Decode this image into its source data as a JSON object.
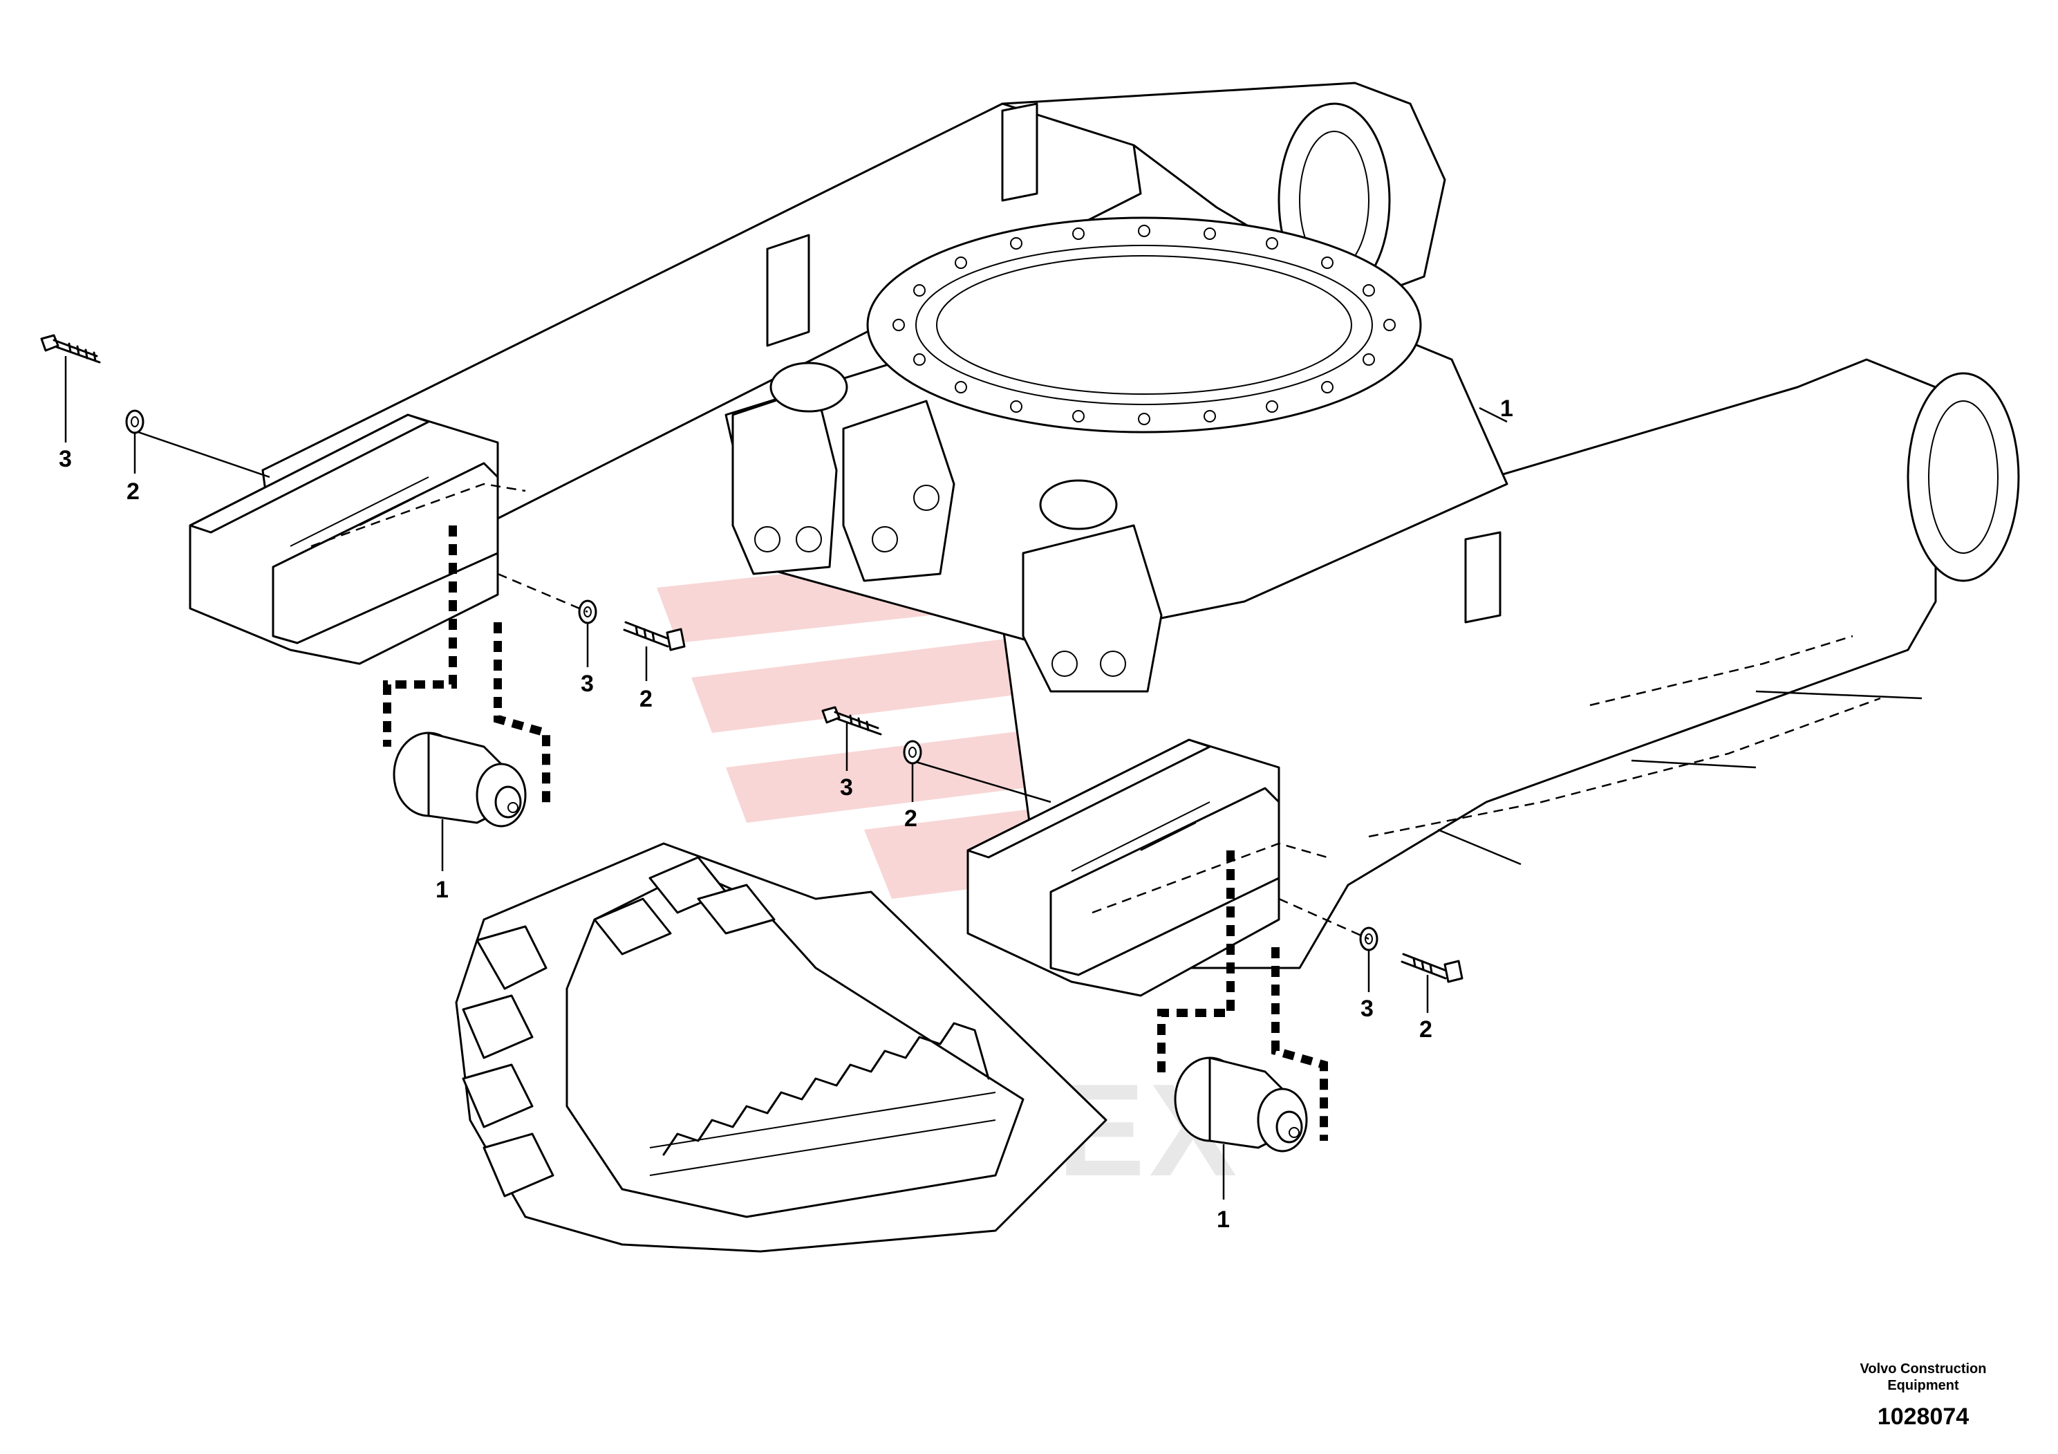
{
  "watermark": {
    "text": "MHTEX",
    "color": "#f2a2a2"
  },
  "callouts": {
    "c1_top": "1",
    "c1_left": "1",
    "c1_right": "1",
    "c2_tl": "2",
    "c3_tl": "3",
    "c2_ml": "2",
    "c3_ml": "3",
    "c2_mc": "2",
    "c3_mc": "3",
    "c2_r": "2",
    "c3_r": "3"
  },
  "footer": {
    "company": "Volvo Construction Equipment",
    "diagram_number": "1028074"
  }
}
